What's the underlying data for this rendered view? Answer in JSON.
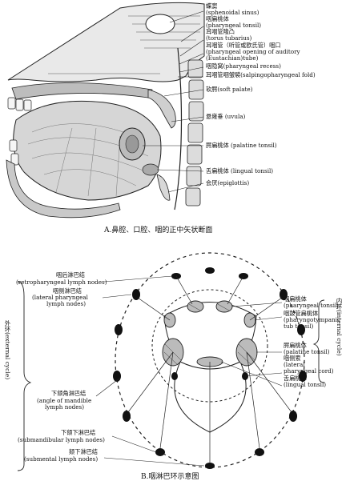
{
  "panel_a": {
    "caption": "A.鼻腔、口腔、咽的正中矢状断面",
    "labels": {
      "sphenoidal_sinus_cn": "蝶窦",
      "sphenoidal_sinus_en": "(sphenoidal sinus)",
      "pharyngeal_tonsil_cn": "咽扁桃体",
      "pharyngeal_tonsil_en": "(pharyngeal tonsil)",
      "torus_tubarius_cn": "耳咽管隆凸",
      "torus_tubarius_en": "(torus tubarius)",
      "auditory_opening_cn": "耳咽管（听管或欧氏管）咽口",
      "auditory_opening_en1": "(pharyngeal opening of auditory",
      "auditory_opening_en2": "(Eustachian)tube)",
      "pharyngeal_recess": "咽隐窝(pharyngeal recess)",
      "salpingopharyngeal_fold": "耳咽管咽皱襞(salpingopharyngeal fold)",
      "soft_palate": "软腭(soft palate)",
      "uvula": "悬雍垂 (uvula)",
      "palatine_tonsil": "腭扁桃体 (palatine tonsil)",
      "lingual_tonsil": "舌扁桃体 (lingual tonsil)",
      "epiglottis": "会厌(epiglottis)"
    }
  },
  "panel_b": {
    "caption": "B.咽淋巴环示意图",
    "outer_ring": "外环(external cycle)",
    "inner_ring": "内环(internal cycle)",
    "labels": {
      "retropharyngeal_cn": "咽后淋巴结",
      "retropharyngeal_en": "(retropharyngeal lymph nodes)",
      "lateral_pharyngeal_cn": "咽侧淋巴结",
      "lateral_pharyngeal_en1": "(lateral pharyngeal",
      "lateral_pharyngeal_en2": "lymph nodes)",
      "pharyngeal_tonsil_cn": "咽扁桃体",
      "pharyngeal_tonsil_en": "(pharyngeal tonsil)",
      "tubal_tonsil_cn": "咽鼓管扁桃体",
      "tubal_tonsil_en1": "(pharyngotympanic",
      "tubal_tonsil_en2": "tub tonsil)",
      "palatine_tonsil_cn": "腭扁桃体",
      "palatine_tonsil_en": "(palatine tonsil)",
      "lateral_cord_cn": "咽侧索",
      "lateral_cord_en1": "(lateral",
      "lateral_cord_en2": "pharyngeal cord)",
      "lingual_tonsil_cn": "舌扁桃体",
      "lingual_tonsil_en": "(lingual tonsil)",
      "mandible_cn": "下颌角淋巴结",
      "mandible_en1": "(angle of mandible",
      "mandible_en2": "lymph nodes)",
      "submandibular_cn": "下颌下淋巴结",
      "submandibular_en": "(submandibular lymph nodes)",
      "submental_cn": "颏下淋巴结",
      "submental_en": "(submental lymph nodes)"
    }
  }
}
